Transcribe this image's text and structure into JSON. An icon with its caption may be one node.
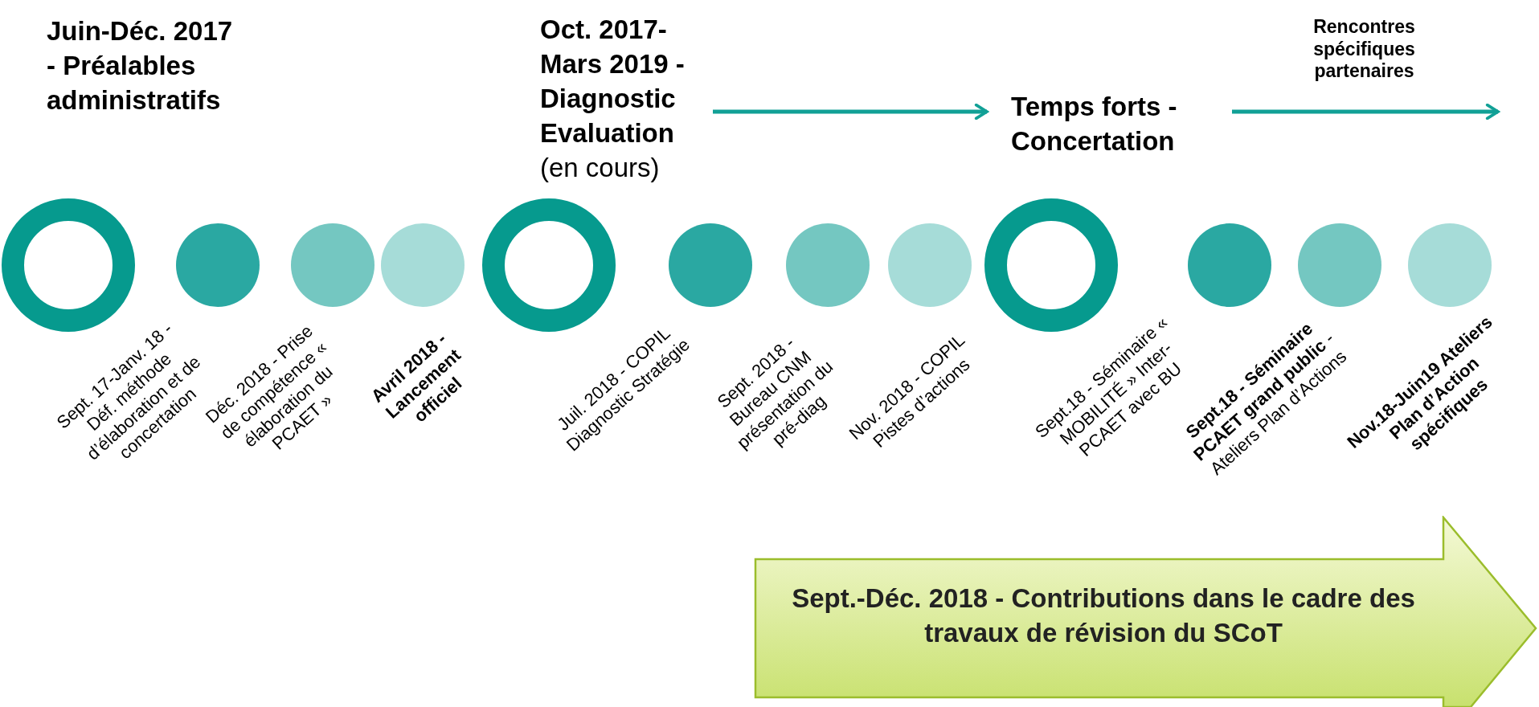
{
  "diagram": {
    "nodes": [
      {
        "text": [
          "Juin-Déc. 2017 - Préalables administratifs"
        ]
      },
      {
        "text": [
          "**Oct. 2017-Mars 2019 - Diagnostic Evaluation** (en cours)"
        ]
      },
      {
        "text": [
          "Temps forts - Concertation"
        ]
      },
      {
        "text": [],
        "shape": "ring"
      },
      {
        "text": [],
        "shape": "circle"
      },
      {
        "text": [],
        "shape": "circle"
      },
      {
        "text": [],
        "shape": "circle"
      },
      {
        "text": [],
        "shape": "ring"
      },
      {
        "text": [],
        "shape": "circle"
      },
      {
        "text": [],
        "shape": "circle"
      },
      {
        "text": [],
        "shape": "circle"
      },
      {
        "text": [],
        "shape": "ring"
      },
      {
        "text": [],
        "shape": "circle"
      },
      {
        "text": [],
        "shape": "circle"
      },
      {
        "text": [],
        "shape": "circle"
      },
      {
        "text": [
          "Sept.-Déc. 2018 - Contributions dans le cadre des travaux de révision du SCoT"
        ]
      }
    ],
    "edges": [
      {
        "from": 1,
        "to": 2,
        "arrow": "to"
      },
      {
        "from": 2,
        "to": null,
        "arrow": "to",
        "label": "Rencontres spécifiques partenaires"
      }
    ],
    "labels": [
      "Sept. 17-Janv. 18 - Déf. méthode d’élaboration et de concertation",
      "Déc. 2018 - Prise de compétence « élaboration du PCAET »",
      "Avril 2018 - Lancement officiel",
      "Juil. 2018 - COPIL Diagnostic Stratégie",
      "Sept. 2018 - Bureau CNM présentation du pré-diag",
      "Nov. 2018 - COPIL Pistes d’actions",
      "Sept.18 - Séminaire « MOBILITÉ » Inter-PCAET avec BU",
      "**Sept.18 - Séminaire PCAET grand public** - Ateliers Plan d’Actions",
      "Nov.18-Juin19 Ateliers Plan d’Action spécifiques"
    ]
  }
}
